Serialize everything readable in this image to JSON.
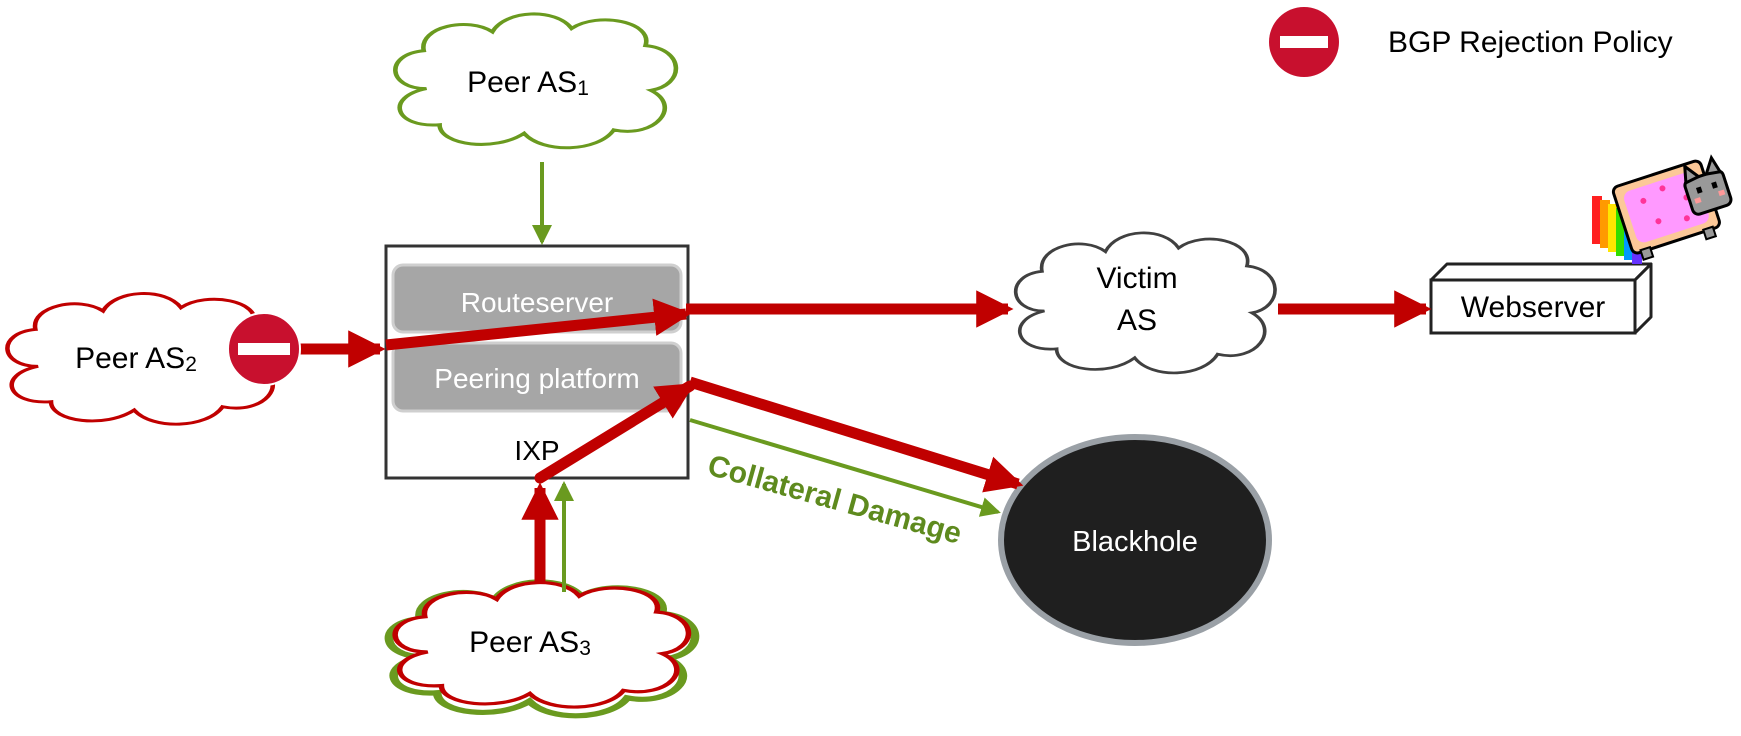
{
  "legend": {
    "label": "BGP Rejection Policy",
    "icon": "no-entry-icon"
  },
  "nodes": {
    "peer_as1": {
      "name": "Peer AS",
      "sub": "1"
    },
    "peer_as2": {
      "name": "Peer AS",
      "sub": "2"
    },
    "peer_as3": {
      "name": "Peer AS",
      "sub": "3"
    },
    "ixp": {
      "label": "IXP",
      "routeserver": "Routeserver",
      "peering_platform": "Peering platform"
    },
    "victim": {
      "line1": "Victim",
      "line2": "AS"
    },
    "webserver": {
      "label": "Webserver"
    },
    "blackhole": {
      "label": "Blackhole"
    }
  },
  "annotations": {
    "collateral": "Collateral Damage"
  },
  "colors": {
    "attack": "#c00000",
    "legit": "#6a9a1f",
    "box_gray": "#a6a6a6",
    "blackhole": "#1f1f1f"
  }
}
